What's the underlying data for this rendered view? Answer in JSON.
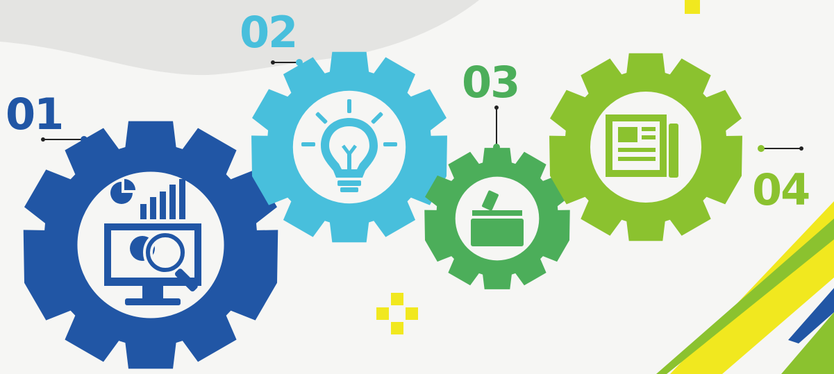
{
  "colors": {
    "background": "#f6f6f4",
    "top_band": "#e4e4e2",
    "blue": "#2156a5",
    "cyan": "#48bfdc",
    "green": "#4cae5a",
    "lime": "#8bc22f",
    "yellow": "#f1e81f",
    "white": "#f7f7f5",
    "connector": "#222222"
  },
  "steps": [
    {
      "number": "01",
      "icon": "analytics-monitor-search-icon"
    },
    {
      "number": "02",
      "icon": "lightbulb-idea-icon"
    },
    {
      "number": "03",
      "icon": "ballot-box-vote-icon"
    },
    {
      "number": "04",
      "icon": "newspaper-icon"
    }
  ]
}
